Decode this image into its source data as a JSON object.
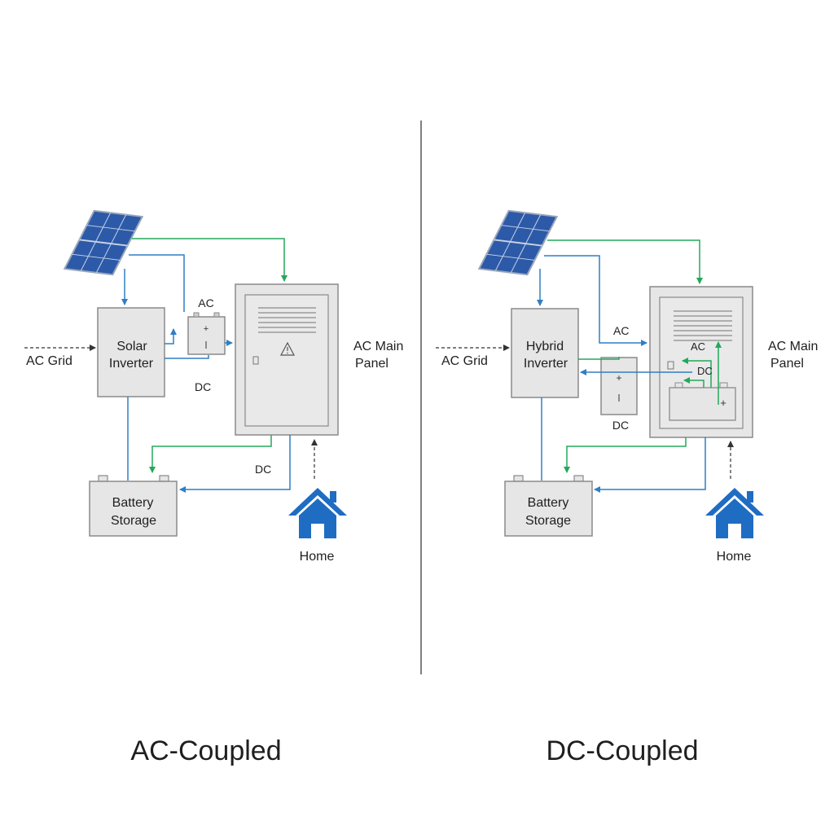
{
  "colors": {
    "ac_line": "#2f7fc4",
    "dc_line": "#23a85b",
    "box_fill": "#e6e6e6",
    "box_stroke": "#8a8a8a",
    "house": "#1f6cc3",
    "panel_cell": "#2d5aa8",
    "text": "#1f1f1f"
  },
  "left": {
    "title": "AC-Coupled",
    "ac_grid": "AC Grid",
    "inverter_line1": "Solar",
    "inverter_line2": "Inverter",
    "panel_line1": "AC Main",
    "panel_line2": "Panel",
    "battery_line1": "Battery",
    "battery_line2": "Storage",
    "home": "Home",
    "label_ac": "AC",
    "label_dc_1": "DC",
    "label_dc_2": "DC",
    "icons": [
      "solar-panel-icon",
      "converter-icon",
      "warning-icon",
      "house-icon"
    ]
  },
  "right": {
    "title": "DC-Coupled",
    "ac_grid": "AC Grid",
    "inverter_line1": "Hybrid",
    "inverter_line2": "Inverter",
    "panel_line1": "AC Main",
    "panel_line2": "Panel",
    "battery_line1": "Battery",
    "battery_line2": "Storage",
    "home": "Home",
    "label_ac_1": "AC",
    "label_ac_2": "AC",
    "label_dc_1": "DC",
    "label_dc_2": "DC",
    "icons": [
      "solar-panel-icon",
      "converter-icon",
      "internal-battery-icon",
      "house-icon"
    ]
  }
}
